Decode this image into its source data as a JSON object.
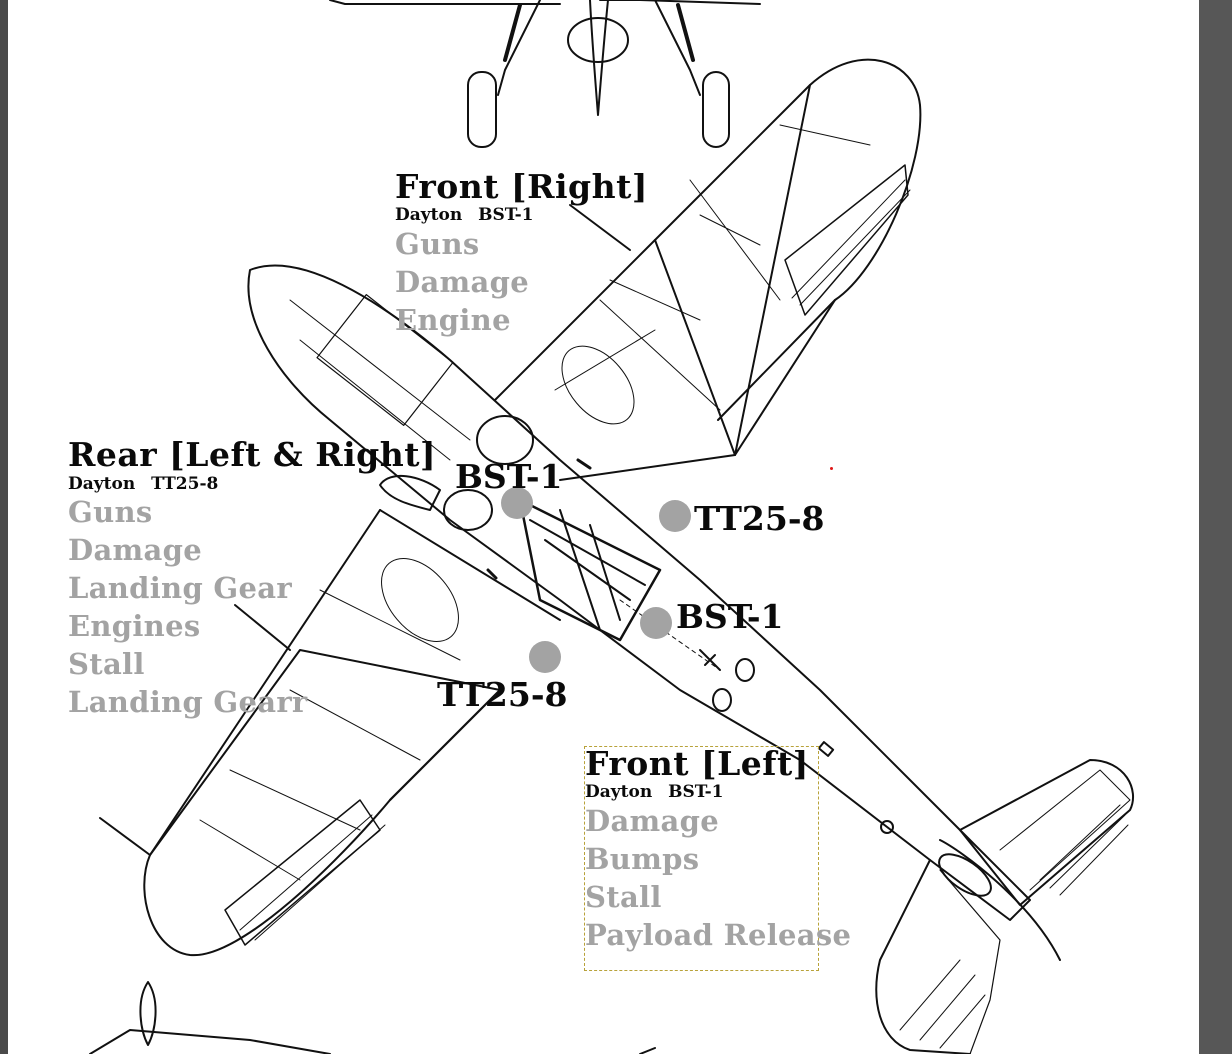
{
  "groups": {
    "front_right": {
      "title": "Front [Right]",
      "subtitle": "Dayton   BST-1",
      "items": [
        "Guns",
        "Damage",
        "Engine"
      ]
    },
    "rear": {
      "title": "Rear [Left & Right]",
      "subtitle": "Dayton  TT25-8",
      "items": [
        "Guns",
        "Damage",
        "Landing  Gear",
        "Engines",
        "Stall",
        "Landing  Gearr"
      ]
    },
    "front_left": {
      "title": "Front [Left]",
      "subtitle": "Dayton   BST-1",
      "items": [
        "Damage",
        "Bumps",
        "Stall",
        "Payload  Release"
      ]
    }
  },
  "markers": {
    "bst_upper": "BST-1",
    "tt_right": "TT25-8",
    "bst_lower": "BST-1",
    "tt_left": "TT25-8"
  },
  "colors": {
    "title": "#0a0a0a",
    "item": "#a3a3a3",
    "marker_dot": "#a3a3a3",
    "selection": "#b8a23a",
    "canvas_bg": "#575757"
  }
}
